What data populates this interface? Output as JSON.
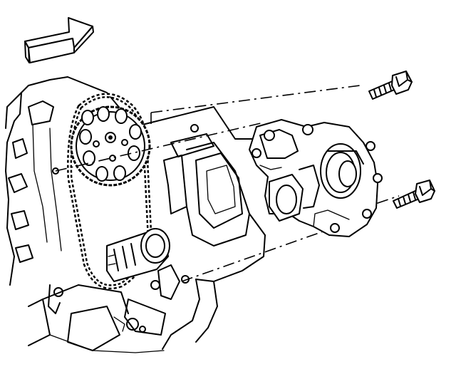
{
  "figure": {
    "direction_arrow": "arrow-right-up-icon",
    "parts": [
      "engine-block",
      "camshaft-sprocket",
      "timing-chain",
      "crankshaft-sprocket",
      "oil-pump",
      "oil-pump-bolt",
      "oil-pump-bolt"
    ]
  }
}
